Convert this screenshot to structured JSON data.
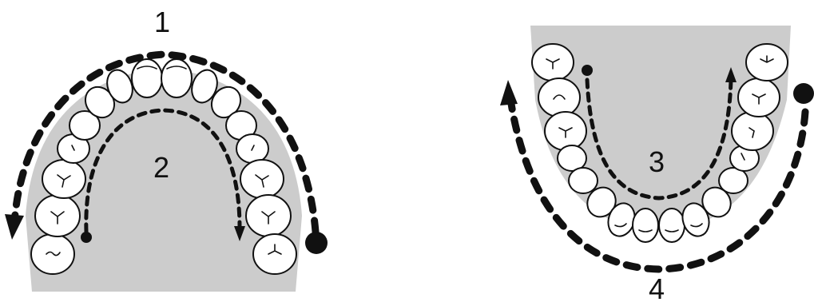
{
  "labels": {
    "upper_outer": "1",
    "upper_inner": "2",
    "lower_inner": "3",
    "lower_outer": "4"
  },
  "colors": {
    "palate": "#cccccc",
    "stroke": "#111111",
    "tooth": "#ffffff"
  }
}
